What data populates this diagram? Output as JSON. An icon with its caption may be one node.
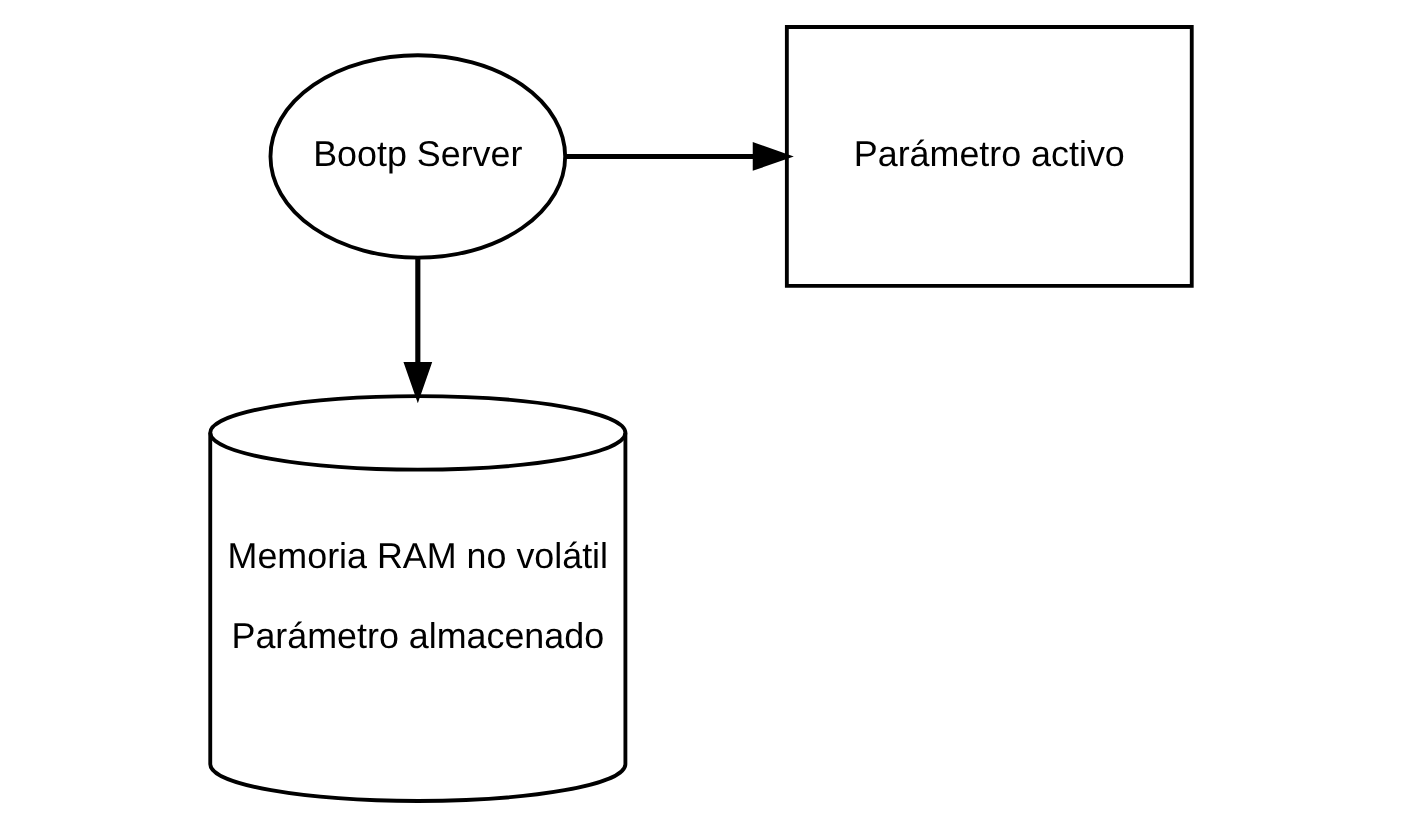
{
  "diagram": {
    "nodes": [
      {
        "text": [
          "Bootp Server"
        ]
      },
      {
        "text": [
          "Parámetro activo"
        ]
      },
      {
        "text": [
          "Memoria RAM no volátil",
          "Parámetro almacenado"
        ]
      }
    ],
    "edges": [
      {
        "from": 0,
        "to": 1,
        "arrow": "to"
      },
      {
        "from": 0,
        "to": 2,
        "arrow": "to"
      }
    ]
  }
}
